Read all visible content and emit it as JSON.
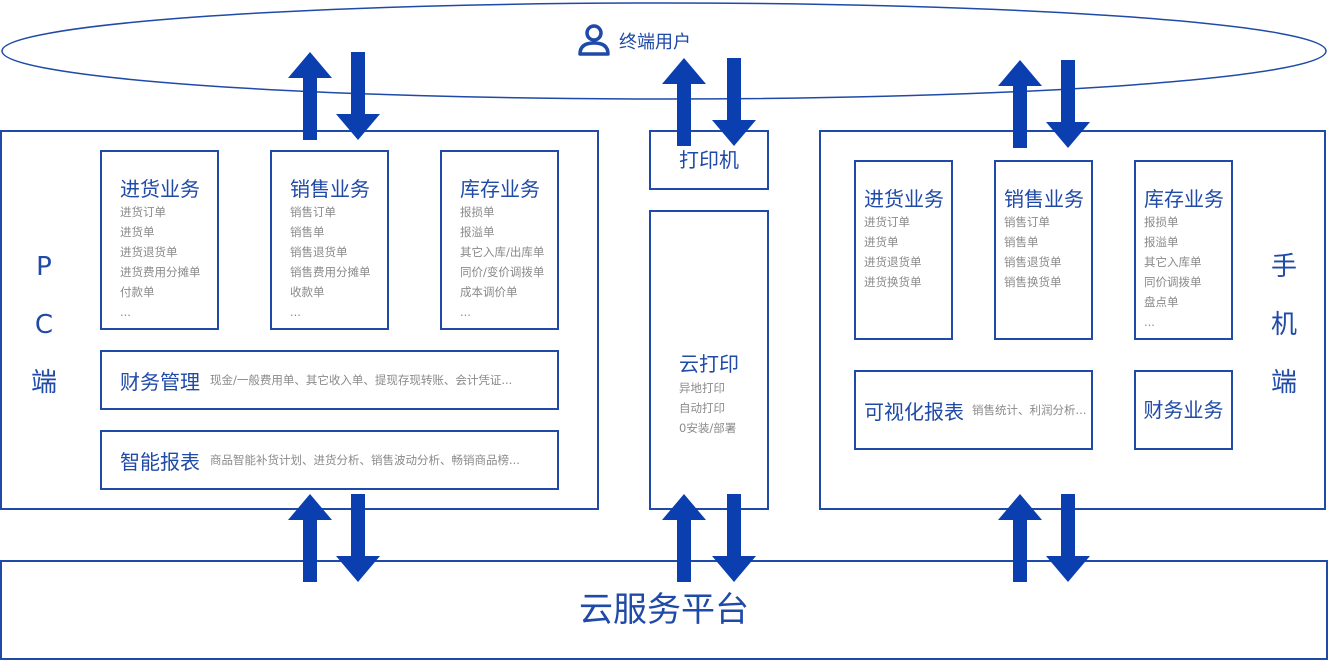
{
  "user": {
    "label": "终端用户",
    "icon": "user-icon"
  },
  "pc": {
    "side_chars": [
      "P",
      "C",
      "端"
    ],
    "modules": [
      {
        "title": "进货业务",
        "items": [
          "进货订单",
          "进货单",
          "进货退货单",
          "进货费用分摊单",
          "付款单",
          "..."
        ]
      },
      {
        "title": "销售业务",
        "items": [
          "销售订单",
          "销售单",
          "销售退货单",
          "销售费用分摊单",
          "收款单",
          "..."
        ]
      },
      {
        "title": "库存业务",
        "items": [
          "报损单",
          "报溢单",
          "其它入库/出库单",
          "同价/变价调拨单",
          "成本调价单",
          "..."
        ]
      }
    ],
    "finance": {
      "title": "财务管理",
      "desc": "现金/一般费用单、其它收入单、提现存现转账、会计凭证..."
    },
    "report": {
      "title": "智能报表",
      "desc": "商品智能补货计划、进货分析、销售波动分析、畅销商品榜..."
    }
  },
  "printer": {
    "label": "打印机"
  },
  "cloud_print": {
    "title": "云打印",
    "items": [
      "异地打印",
      "自动打印",
      "0安装/部署"
    ]
  },
  "mobile": {
    "side_chars": [
      "手",
      "机",
      "端"
    ],
    "modules": [
      {
        "title": "进货业务",
        "items": [
          "进货订单",
          "进货单",
          "进货退货单",
          "进货换货单"
        ]
      },
      {
        "title": "销售业务",
        "items": [
          "销售订单",
          "销售单",
          "销售退货单",
          "销售换货单"
        ]
      },
      {
        "title": "库存业务",
        "items": [
          "报损单",
          "报溢单",
          "其它入库单",
          "同价调拨单",
          "盘点单",
          "..."
        ]
      }
    ],
    "visual": {
      "title": "可视化报表",
      "desc": "销售统计、利润分析..."
    },
    "finance": {
      "title": "财务业务"
    }
  },
  "platform": {
    "label": "云服务平台"
  },
  "colors": {
    "primary": "#1f4aa8",
    "arrow": "#0b3fb0",
    "muted": "#8a8a8a"
  }
}
